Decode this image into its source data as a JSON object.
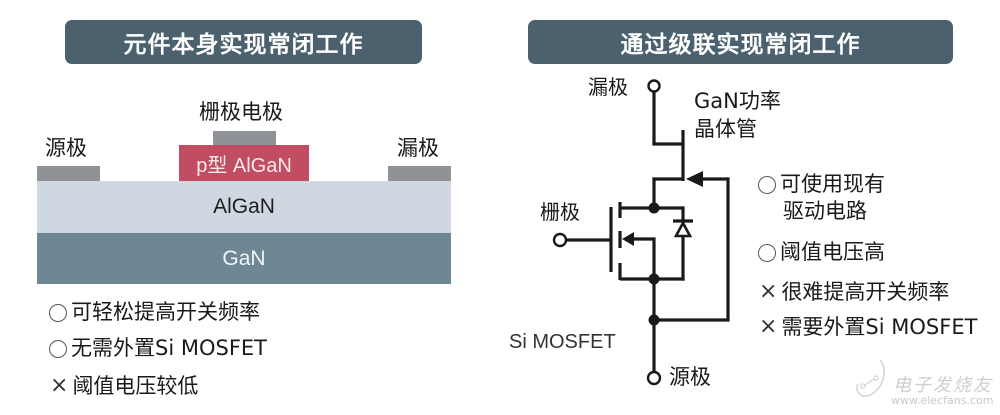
{
  "left_panel": {
    "title": "元件本身实现常闭工作",
    "labels": {
      "gate_electrode": "栅极电极",
      "source": "源极",
      "drain": "漏极"
    },
    "layers": {
      "p_algan": "p型 AlGaN",
      "algan": "AlGaN",
      "gan": "GaN"
    },
    "features": [
      {
        "mark": "circle",
        "text": "可轻松提高开关频率"
      },
      {
        "mark": "circle",
        "text": "无需外置Si MOSFET"
      },
      {
        "mark": "cross",
        "text": "阈值电压较低"
      }
    ]
  },
  "right_panel": {
    "title": "通过级联实现常闭工作",
    "labels": {
      "drain": "漏极",
      "gan_transistor_line1": "GaN功率",
      "gan_transistor_line2": "晶体管",
      "gate": "栅极",
      "si_mosfet": "Si MOSFET",
      "source": "源极"
    },
    "features": [
      {
        "mark": "circle",
        "text": "可使用现有",
        "text2": "驱动电路"
      },
      {
        "mark": "circle",
        "text": "阈值电压高"
      },
      {
        "mark": "cross",
        "text": "很难提高开关频率"
      },
      {
        "mark": "cross",
        "text": "需要外置Si MOSFET"
      }
    ]
  },
  "marks": {
    "circle": "",
    "cross": "×"
  },
  "colors": {
    "title_bg": "#4b616d",
    "p_algan": "#c04d62",
    "algan": "#cfd8e0",
    "gan": "#6e8794",
    "electrode": "#8f9296"
  },
  "watermark": {
    "brand": "电子发烧友",
    "url": "www.elecfans.com"
  }
}
